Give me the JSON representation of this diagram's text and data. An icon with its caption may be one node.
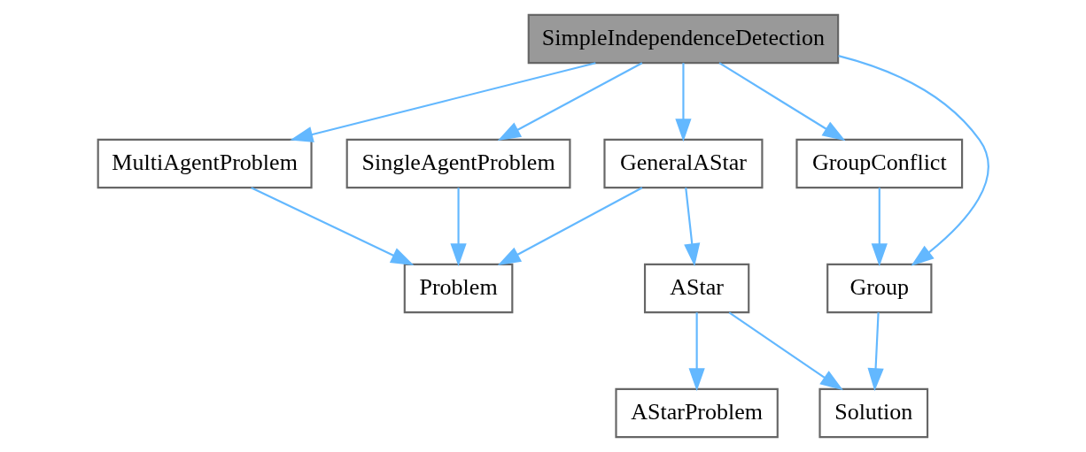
{
  "diagram": {
    "nodes": [
      {
        "text": [
          "SimpleIndependenceDetection"
        ]
      },
      {
        "text": [
          "MultiAgentProblem"
        ]
      },
      {
        "text": [
          "SingleAgentProblem"
        ]
      },
      {
        "text": [
          "GeneralAStar"
        ]
      },
      {
        "text": [
          "GroupConflict"
        ]
      },
      {
        "text": [
          "Problem"
        ]
      },
      {
        "text": [
          "AStar"
        ]
      },
      {
        "text": [
          "Group"
        ]
      },
      {
        "text": [
          "AStarProblem"
        ]
      },
      {
        "text": [
          "Solution"
        ]
      }
    ],
    "edges": [
      {
        "from": 0,
        "to": 1,
        "arrow": "to"
      },
      {
        "from": 0,
        "to": 2,
        "arrow": "to"
      },
      {
        "from": 0,
        "to": 3,
        "arrow": "to"
      },
      {
        "from": 0,
        "to": 7,
        "arrow": "to"
      },
      {
        "from": 0,
        "to": 4,
        "arrow": "to"
      },
      {
        "from": 1,
        "to": 5,
        "arrow": "to"
      },
      {
        "from": 2,
        "to": 5,
        "arrow": "to"
      },
      {
        "from": 3,
        "to": 5,
        "arrow": "to"
      },
      {
        "from": 3,
        "to": 6,
        "arrow": "to"
      },
      {
        "from": 4,
        "to": 7,
        "arrow": "to"
      },
      {
        "from": 6,
        "to": 8,
        "arrow": "to"
      },
      {
        "from": 6,
        "to": 9,
        "arrow": "to"
      },
      {
        "from": 7,
        "to": 9,
        "arrow": "to"
      }
    ]
  }
}
